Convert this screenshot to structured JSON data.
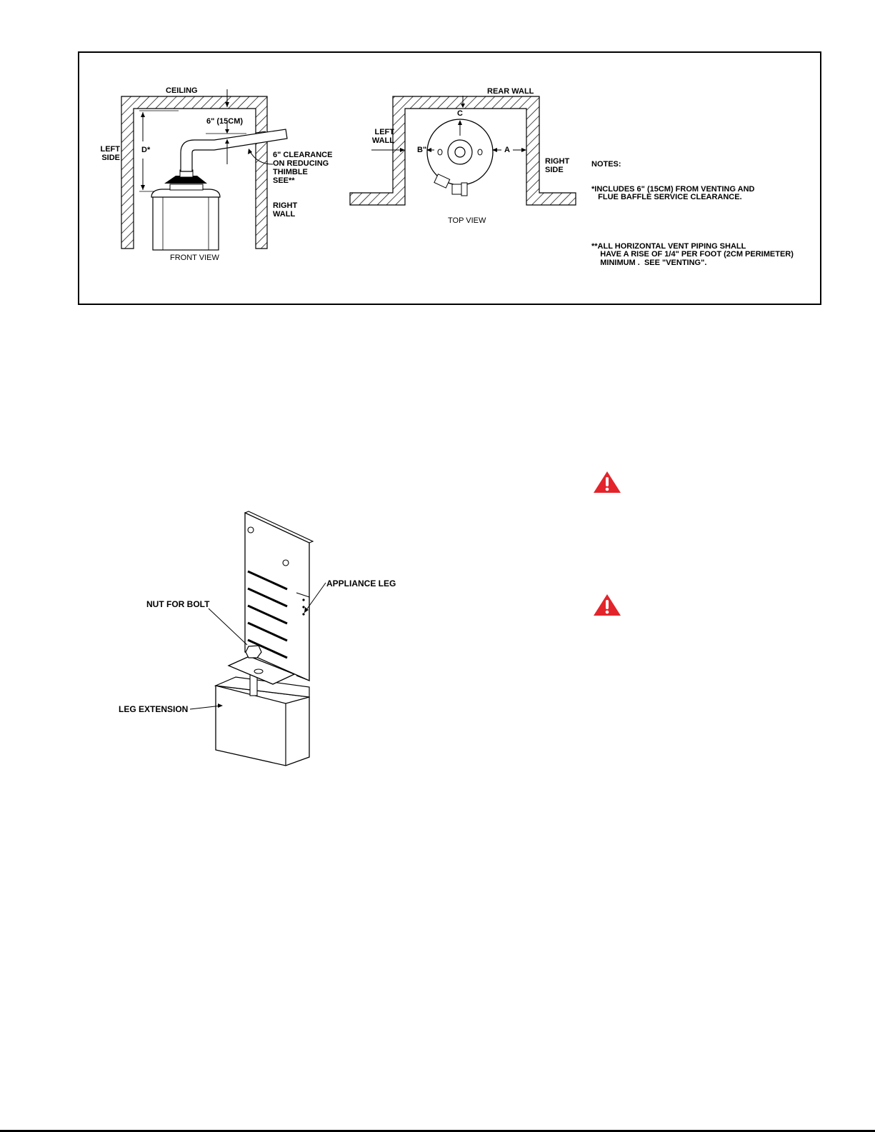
{
  "clearance_figure": {
    "front_view": {
      "ceiling": "CEILING",
      "left_side": [
        "LEFT",
        "SIDE"
      ],
      "right_wall": [
        "RIGHT",
        "WALL"
      ],
      "d_label": "D*",
      "vent_gap": "6\" (15CM)",
      "thimble_note": [
        "6\" CLEARANCE",
        "ON REDUCING",
        "THIMBLE",
        "SEE**"
      ],
      "caption": "FRONT VIEW"
    },
    "top_view": {
      "rear_wall": "REAR WALL",
      "left_wall": [
        "LEFT",
        "WALL"
      ],
      "right_side": [
        "RIGHT",
        "SIDE"
      ],
      "label_a": "A",
      "label_b": "B\"",
      "label_c": "C",
      "caption": "TOP VIEW"
    },
    "notes": {
      "heading": "NOTES:",
      "note1": "*INCLUDES 6\" (15CM) FROM VENTING AND\n   FLUE BAFFLE SERVICE CLEARANCE.",
      "note2": "**ALL HORIZONTAL VENT PIPING SHALL\n    HAVE A RISE OF 1/4\" PER FOOT (2CM PERIMETER)\n    MINIMUM .  SEE \"VENTING\"."
    }
  },
  "leg_figure": {
    "appliance_leg": "APPLIANCE LEG",
    "nut_for_bolt": "NUT FOR BOLT",
    "leg_extension": "LEG EXTENSION"
  },
  "colors": {
    "warning_red": "#e3242b",
    "ink": "#000000"
  },
  "icons": [
    "warning-triangle-icon",
    "warning-triangle-icon"
  ]
}
